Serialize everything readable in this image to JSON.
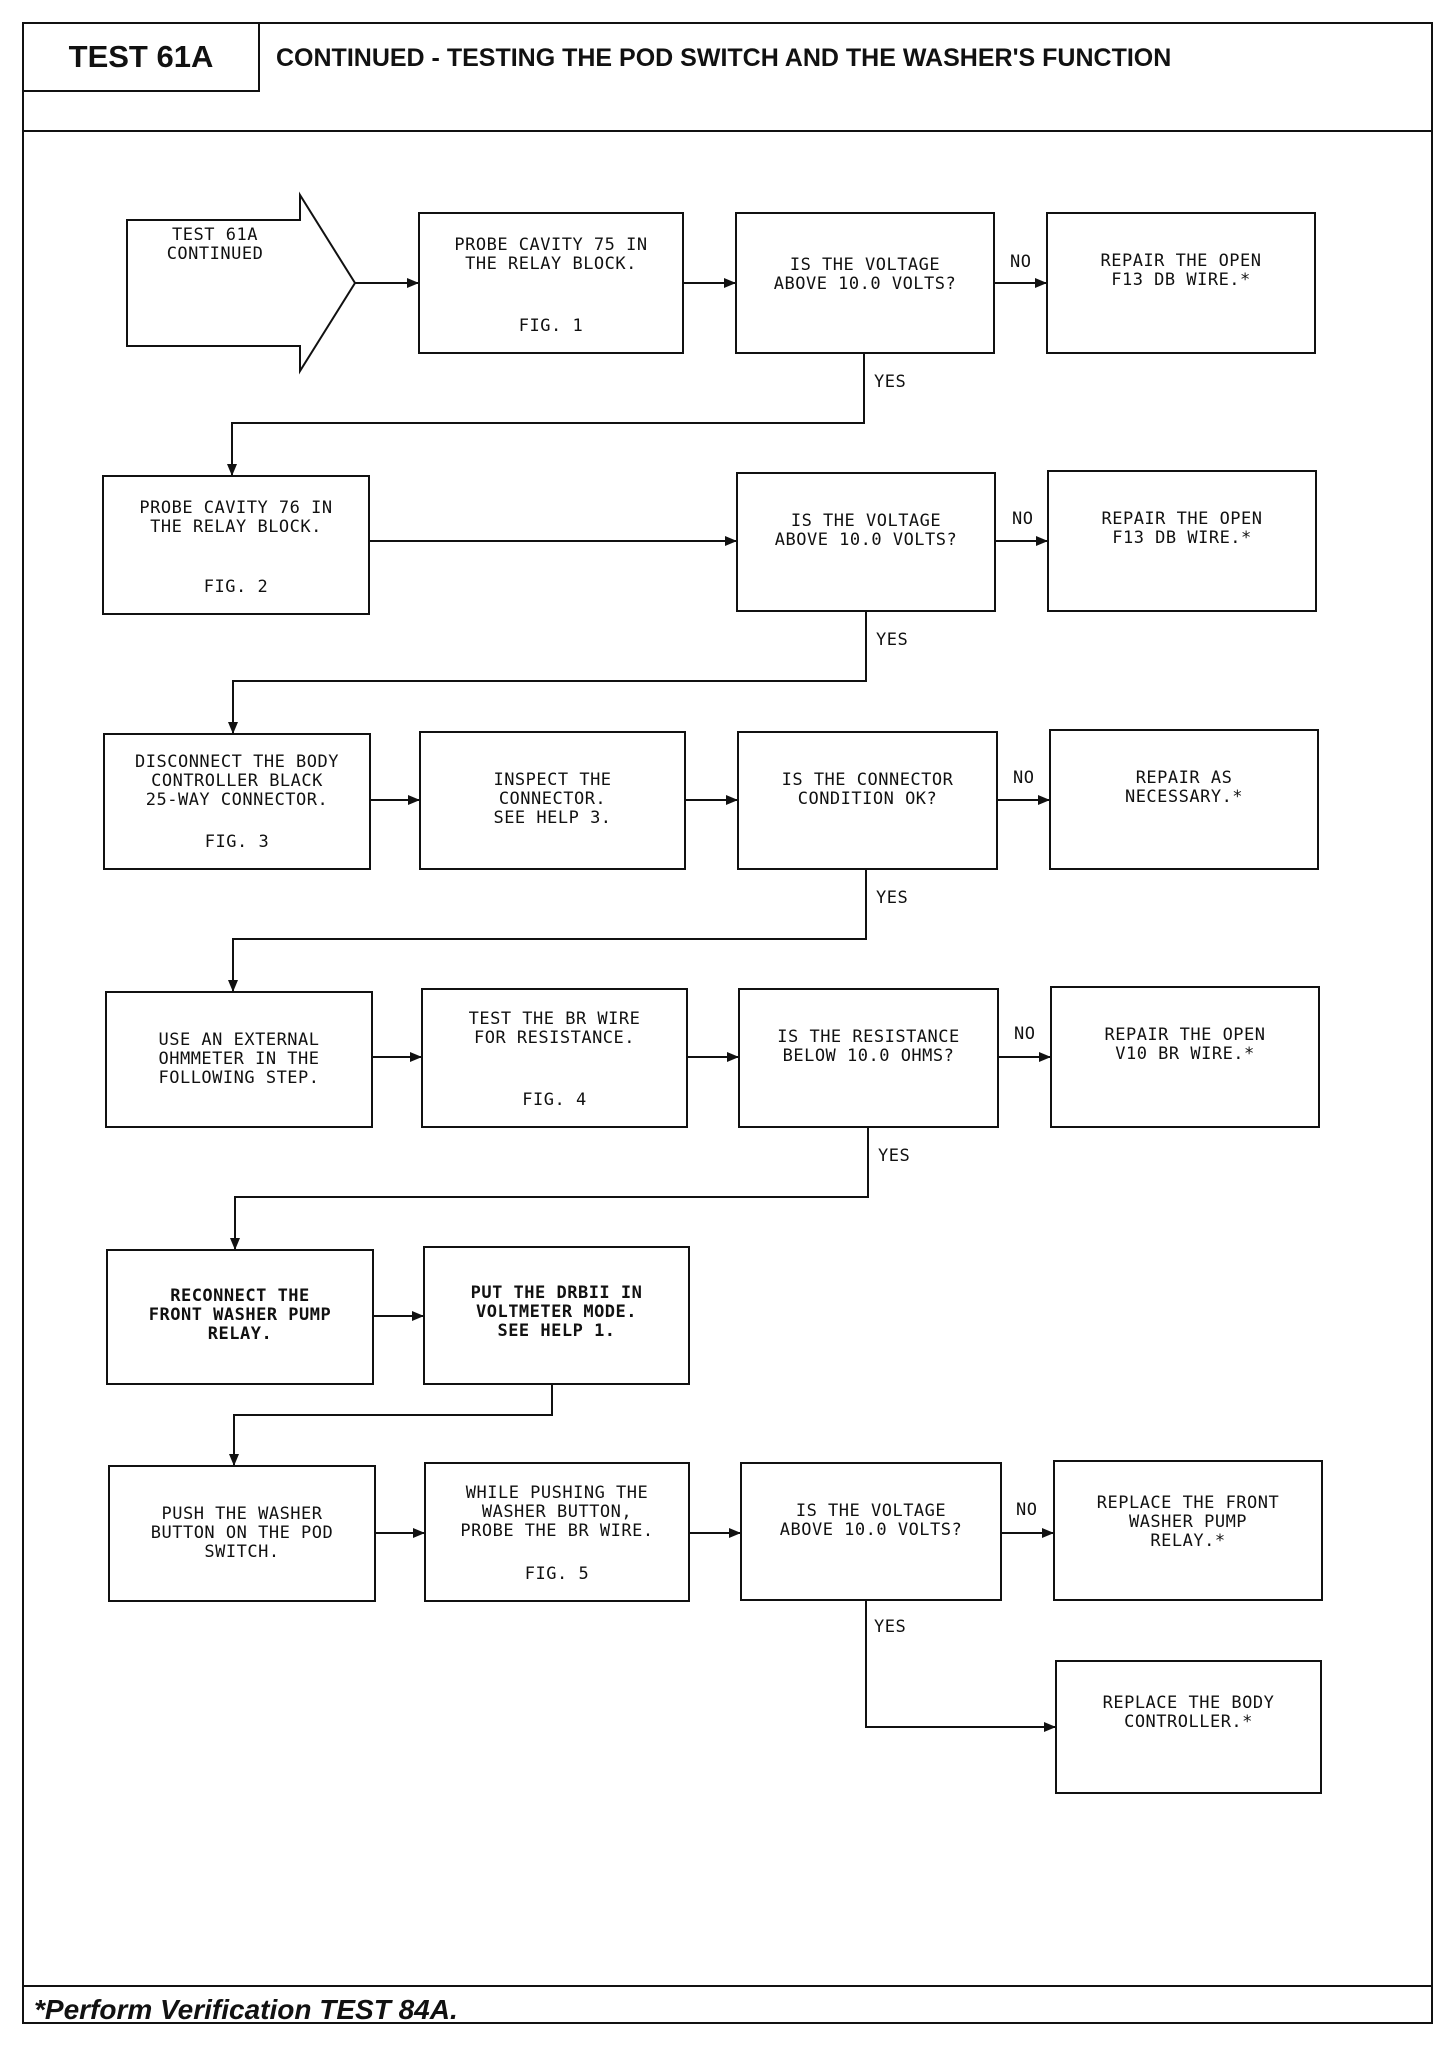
{
  "header": {
    "test_id": "TEST 61A",
    "title": "CONTINUED - TESTING THE POD SWITCH AND THE WASHER'S FUNCTION"
  },
  "footer": {
    "note": "*Perform Verification TEST 84A."
  },
  "labels": {
    "no": "NO",
    "yes": "YES"
  },
  "start": {
    "text": "TEST 61A\nCONTINUED"
  },
  "rows": [
    {
      "step1": {
        "text": "PROBE CAVITY 75 IN\nTHE RELAY BLOCK.",
        "fig": "FIG. 1"
      },
      "question": "IS THE VOLTAGE\nABOVE 10.0 VOLTS?",
      "no_action": "REPAIR THE OPEN\nF13 DB WIRE.*"
    },
    {
      "step1": {
        "text": "PROBE CAVITY 76 IN\nTHE RELAY BLOCK.",
        "fig": "FIG. 2"
      },
      "question": "IS THE VOLTAGE\nABOVE 10.0 VOLTS?",
      "no_action": "REPAIR THE OPEN\nF13 DB WIRE.*"
    },
    {
      "step1": {
        "text": "DISCONNECT THE BODY\nCONTROLLER BLACK\n25-WAY CONNECTOR.",
        "fig": "FIG. 3"
      },
      "step2": {
        "text": "INSPECT THE\nCONNECTOR.\nSEE HELP 3."
      },
      "question": "IS THE CONNECTOR\nCONDITION OK?",
      "no_action": "REPAIR AS\nNECESSARY.*"
    },
    {
      "step1": {
        "text": "USE AN EXTERNAL\nOHMMETER IN THE\nFOLLOWING STEP."
      },
      "step2": {
        "text": "TEST THE BR WIRE\nFOR RESISTANCE.",
        "fig": "FIG. 4"
      },
      "question": "IS THE RESISTANCE\nBELOW 10.0 OHMS?",
      "no_action": "REPAIR THE OPEN\nV10 BR WIRE.*"
    },
    {
      "step1": {
        "text": "RECONNECT THE\nFRONT WASHER PUMP\nRELAY."
      },
      "step2": {
        "text": "PUT THE DRBII IN\nVOLTMETER MODE.\nSEE HELP 1."
      }
    },
    {
      "step1": {
        "text": "PUSH THE WASHER\nBUTTON ON THE POD\nSWITCH."
      },
      "step2": {
        "text": "WHILE PUSHING THE\nWASHER BUTTON,\nPROBE THE BR WIRE.",
        "fig": "FIG. 5"
      },
      "question": "IS THE VOLTAGE\nABOVE 10.0 VOLTS?",
      "no_action": "REPLACE THE FRONT\nWASHER PUMP\nRELAY.*",
      "yes_action": "REPLACE THE BODY\nCONTROLLER.*"
    }
  ]
}
